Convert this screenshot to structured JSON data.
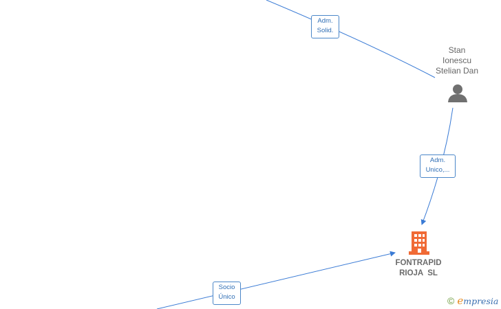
{
  "nodes": {
    "person": {
      "name_lines": [
        "Stan",
        "Ionescu",
        "Stelian Dan"
      ],
      "icon": "person-icon"
    },
    "company": {
      "name_lines": [
        "FONTRAPID",
        "RIOJA  SL"
      ],
      "icon": "building-icon"
    }
  },
  "edges": [
    {
      "label_lines": [
        "Adm.",
        "Solid."
      ]
    },
    {
      "label_lines": [
        "Adm.",
        "Unico,..."
      ]
    },
    {
      "label_lines": [
        "Socio",
        "Único"
      ]
    }
  ],
  "watermark": {
    "symbol": "©",
    "initial": "e",
    "rest": "mpresia"
  },
  "colors": {
    "edge": "#3a7bd5",
    "label_text": "#2f6eb5",
    "person_icon": "#707070",
    "company_icon": "#f06a35",
    "node_text": "#666666"
  }
}
